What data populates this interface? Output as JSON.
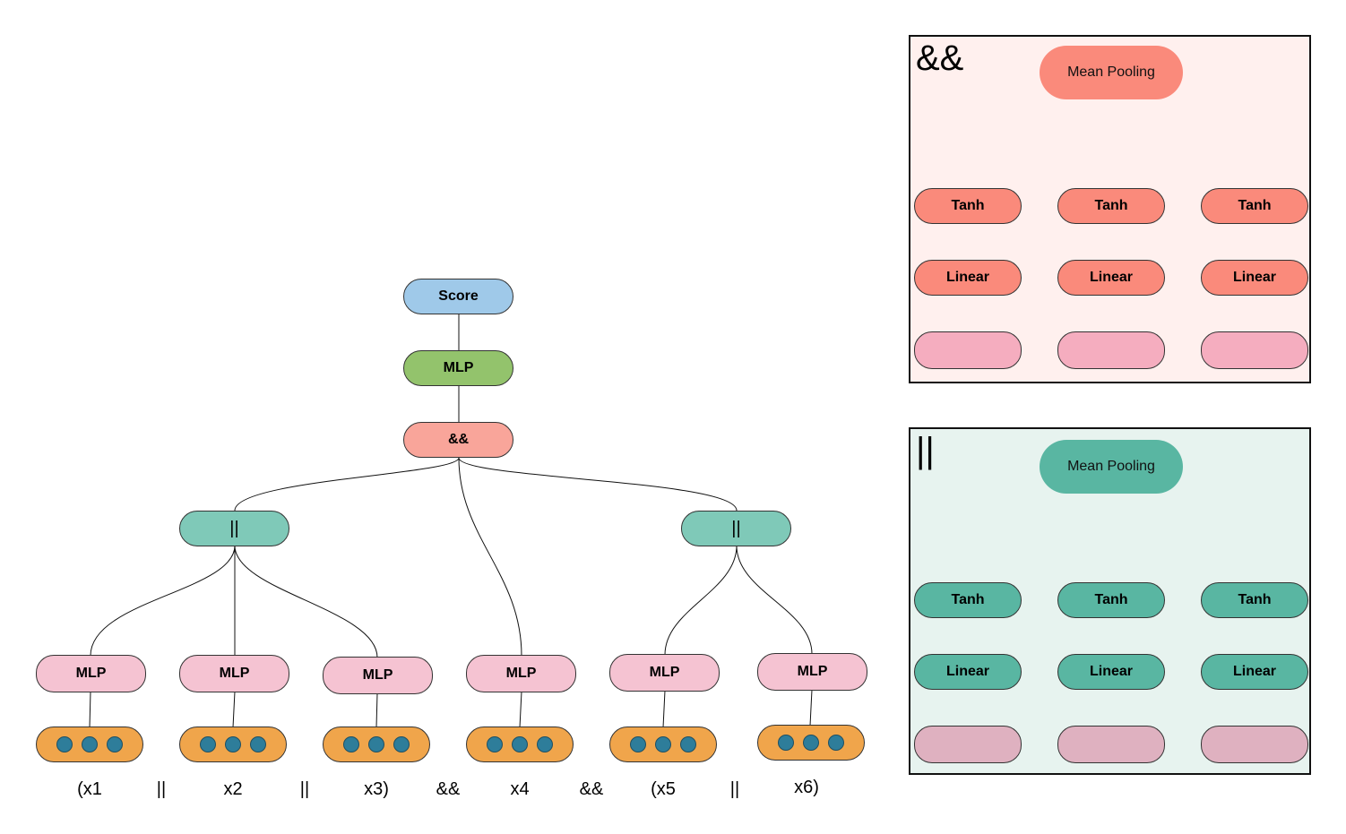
{
  "main_tree": {
    "score_label": "Score",
    "top_mlp_label": "MLP",
    "and_label": "&&",
    "or_left_label": "||",
    "or_right_label": "||",
    "leaf_mlp_labels": [
      "MLP",
      "MLP",
      "MLP",
      "MLP",
      "MLP",
      "MLP"
    ]
  },
  "tokens": [
    "(x1",
    "||",
    "x2",
    "||",
    "x3)",
    "&&",
    "x4",
    "&&",
    "(x5",
    "||",
    "x6)"
  ],
  "panel_and": {
    "title": "&&",
    "mean_pooling": "Mean Pooling",
    "tanh": [
      "Tanh",
      "Tanh",
      "Tanh"
    ],
    "linear": [
      "Linear",
      "Linear",
      "Linear"
    ]
  },
  "panel_or": {
    "title": "||",
    "mean_pooling": "Mean Pooling",
    "tanh": [
      "Tanh",
      "Tanh",
      "Tanh"
    ],
    "linear": [
      "Linear",
      "Linear",
      "Linear"
    ]
  },
  "colors": {
    "score": "#9fc9e9",
    "mlp_green": "#93c36c",
    "and_node": "#f9a59a",
    "or_node": "#7fc9b8",
    "mlp_pink": "#f5c3d2",
    "embedding": "#f0a54b",
    "embedding_dot": "#2e7d9a",
    "and_panel_bg": "#fff0ee",
    "or_panel_bg": "#e7f3ef"
  }
}
